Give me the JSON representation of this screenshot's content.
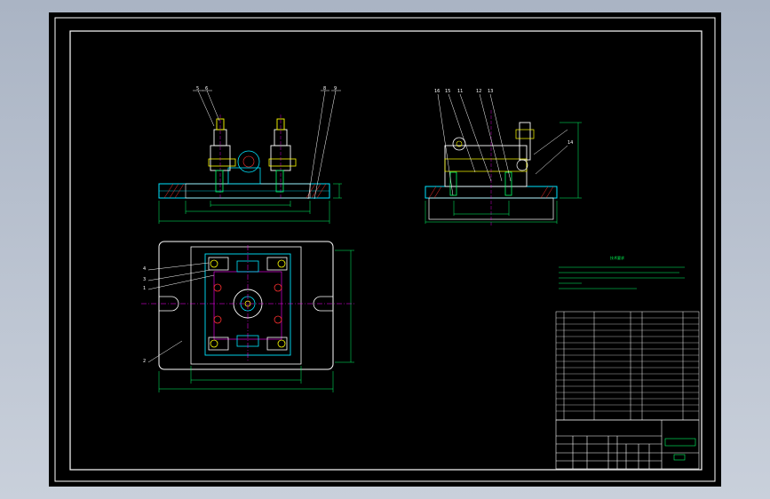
{
  "colors": {
    "background_outer": "#b9c2cf",
    "canvas": "#000000",
    "frame": "#ffffff",
    "dimension_green": "#00ff66",
    "part_cyan": "#00e5ff",
    "part_yellow": "#ffff00",
    "part_white": "#ffffff",
    "centerline_magenta": "#ff00ff",
    "hatch_red": "#ff3030"
  },
  "balloons": {
    "front": [
      "5",
      "6",
      "8",
      "9"
    ],
    "side": [
      "16",
      "15",
      "11",
      "12",
      "13",
      "14"
    ],
    "plan": [
      "4",
      "3",
      "1",
      "2"
    ]
  },
  "notes": {
    "title": "技术要求"
  }
}
